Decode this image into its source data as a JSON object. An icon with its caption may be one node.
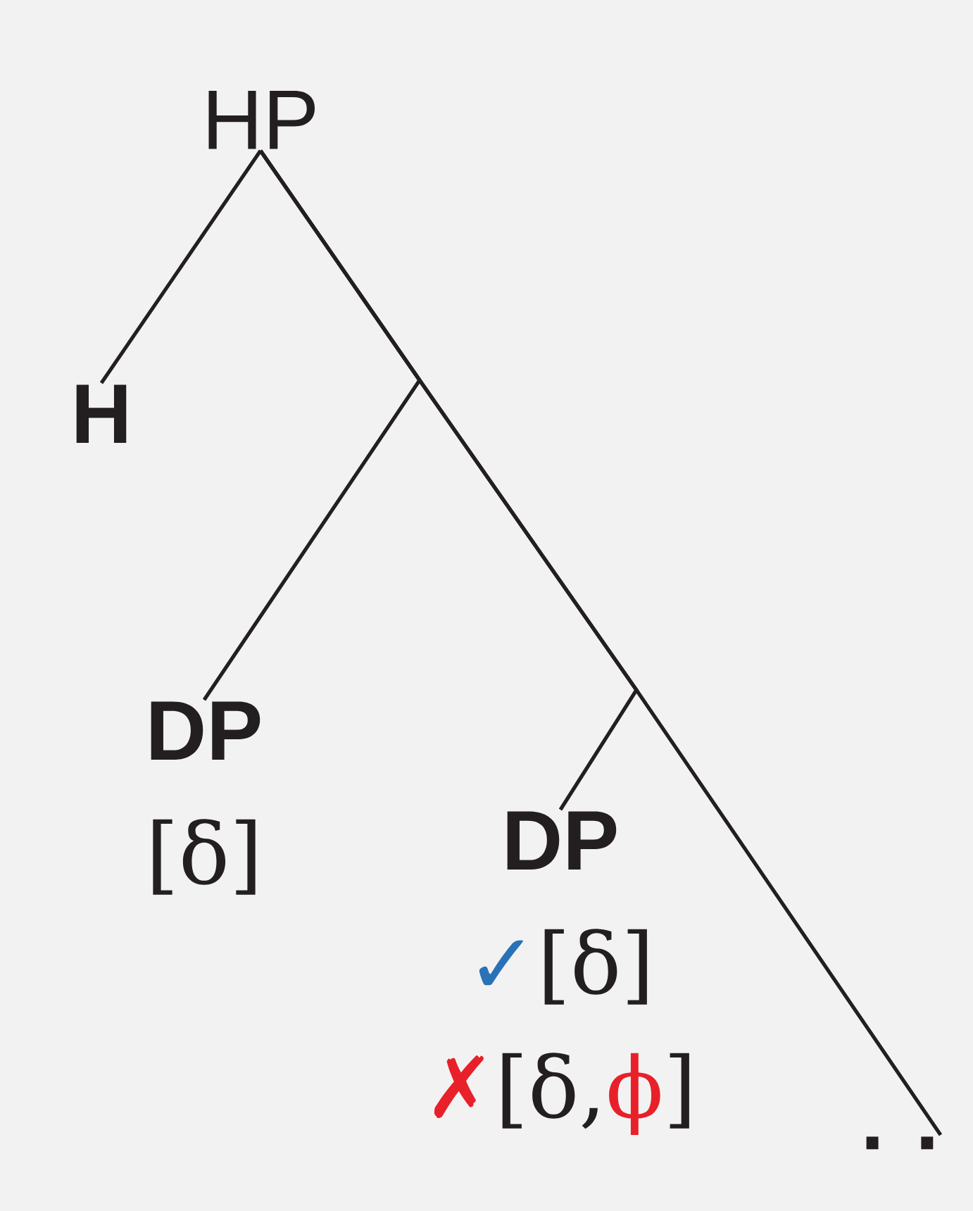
{
  "diagram": {
    "nodes": [
      {
        "text": [
          "HP"
        ]
      },
      {
        "text": [
          "H"
        ]
      },
      {
        "text": [
          "DP",
          "[δ]"
        ]
      },
      {
        "text": [
          "DP",
          "✓",
          "[δ]",
          "✗",
          "[δ,",
          "ϕ",
          "]"
        ]
      },
      {
        "text": [
          ". ."
        ]
      }
    ],
    "edges": [
      {
        "from": 0,
        "to": 1,
        "arrow": "none"
      },
      {
        "from": 0,
        "to": 2,
        "arrow": "none"
      },
      {
        "from": 0,
        "to": 3,
        "arrow": "none"
      },
      {
        "from": 0,
        "to": 4,
        "arrow": "none"
      }
    ]
  }
}
